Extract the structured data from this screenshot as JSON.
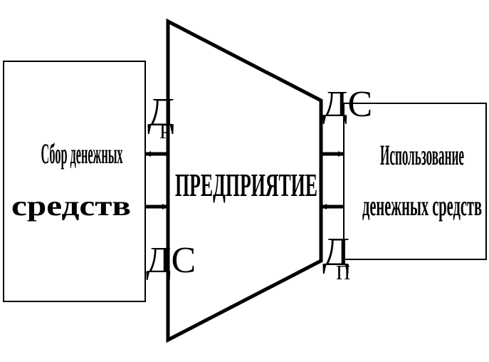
{
  "left_box": {
    "line1": "Сбор денежных",
    "line2": "средств"
  },
  "center": {
    "label": "ПРЕДПРИЯТИЕ"
  },
  "right_box": {
    "line1": "Использование",
    "line2": "денежных средств"
  },
  "labels": {
    "dr": "Д",
    "dr_sub": "Р",
    "ds_left": "ДС",
    "ds_right": "ДС",
    "dp": "Д",
    "dp_sub": "П"
  }
}
